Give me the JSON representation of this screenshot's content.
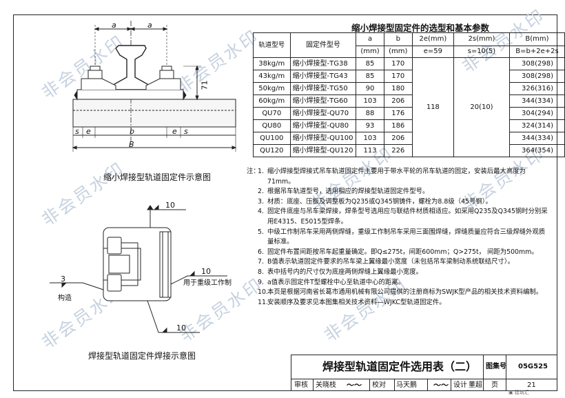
{
  "params_table": {
    "title": "缩小焊接型固定件的选型和基本参数",
    "header_row1": [
      "轨道型号",
      "固定件型号",
      "a",
      "b",
      "2e(mm)",
      "2s(mm)",
      "B(mm)"
    ],
    "header_row2": [
      "(mm)",
      "(mm)",
      "e=59",
      "s=10(5)",
      "B=b+2e+2s"
    ],
    "rows": [
      {
        "rail": "38kg/m",
        "model": "缩小焊接型-TG38",
        "a": "85",
        "b": "170",
        "B": "308(298)"
      },
      {
        "rail": "43kg/m",
        "model": "缩小焊接型-TG43",
        "a": "85",
        "b": "170",
        "B": "308(298)"
      },
      {
        "rail": "50kg/m",
        "model": "缩小焊接型-TG50",
        "a": "90",
        "b": "180",
        "B": "326(316)"
      },
      {
        "rail": "60kg/m",
        "model": "缩小焊接型-TG60",
        "a": "103",
        "b": "206",
        "B": "344(334)"
      },
      {
        "rail": "QU70",
        "model": "缩小焊接型-QU70",
        "a": "88",
        "b": "176",
        "B": "304(294)"
      },
      {
        "rail": "QU80",
        "model": "缩小焊接型-QU80",
        "a": "93",
        "b": "186",
        "B": "324(314)"
      },
      {
        "rail": "QU100",
        "model": "缩小焊接型-QU100",
        "a": "103",
        "b": "206",
        "B": "344(334)"
      },
      {
        "rail": "QU120",
        "model": "缩小焊接型-QU120",
        "a": "113",
        "b": "226",
        "B": "364(354)"
      }
    ],
    "merged_2e": "118",
    "merged_2s": "20(10)"
  },
  "drawing1": {
    "caption": "缩小焊接型轨道固定件示意图",
    "dim_a1": "a",
    "dim_a2": "a",
    "dim_71": "71",
    "dim_s1": "s",
    "dim_e1": "e",
    "dim_b": "b",
    "dim_e2": "e",
    "dim_s2": "s",
    "dim_B": "B"
  },
  "drawing2": {
    "caption": "焊接型轨道固定件焊接示意图",
    "weld_top": "10",
    "weld_left": "3",
    "weld_left_label": "构造",
    "weld_right": "10",
    "weld_right_label": "用于重级工作制",
    "weld_bottom": "10"
  },
  "notes": {
    "label": "注：",
    "items": [
      {
        "n": "1.",
        "text": "缩小焊接型焊接式吊车轨道固定件主要用于带水平轮的吊车轨道的固定，安装后最大高度为71mm。"
      },
      {
        "n": "2.",
        "text": "根据吊车轨道型号，选用相应的焊接型轨道固定件型号。"
      },
      {
        "n": "3.",
        "text": "材质：底座、压板及调整板为Q235或Q345钢铸件，螺栓为8.8级（45号钢）。"
      },
      {
        "n": "4.",
        "text": "固定件底座与吊车梁焊接，焊条型号选用应与联结件材质相适应。如采用Q235及Q345钢时分别采用E4315、E5015型焊条。"
      },
      {
        "n": "5.",
        "text": "中级工作制吊车采用两侧焊缝，重级工作制吊车采用三面围焊缝，焊缝质量应符合三级焊缝外观质量标准。"
      },
      {
        "n": "6.",
        "text": "固定件布置间距按吊车起重量确定。即Q≤275t，间距600mm；Q>275t， 间距为500mm。"
      },
      {
        "n": "7.",
        "text": "B值表示轨道固定件要求的吊车梁上翼缘最小宽度（未包括吊车梁制动系统联结尺寸）。"
      },
      {
        "n": "8.",
        "text": "表中括号内的尺寸仅为底座两侧焊缝上翼缘最小宽度。"
      },
      {
        "n": "9.",
        "text": "a值表示固定件T型螺栓中心至轨道中心的距离。"
      },
      {
        "n": "10.",
        "text": "本页是根据河南省长葛市通用机械有限公司提供的注册商标为SWJK型产品的相关技术资料编制。"
      },
      {
        "n": "11.",
        "text": "安装顺序及要求见本图集相关技术资料—WJKC型轨道固定件。"
      }
    ]
  },
  "title_block": {
    "title": "焊接型轨道固定件选用表（二）",
    "atlas_label": "图集号",
    "atlas_no": "05G525",
    "review_label": "审核",
    "reviewer": "关晓枝",
    "check_label": "校对",
    "checker": "马天鹏",
    "design_label": "设计",
    "designer": "董超",
    "page_label": "页",
    "page_no": "21"
  },
  "watermark_text": "非会员水印",
  "corner_logo": "建筑汇"
}
